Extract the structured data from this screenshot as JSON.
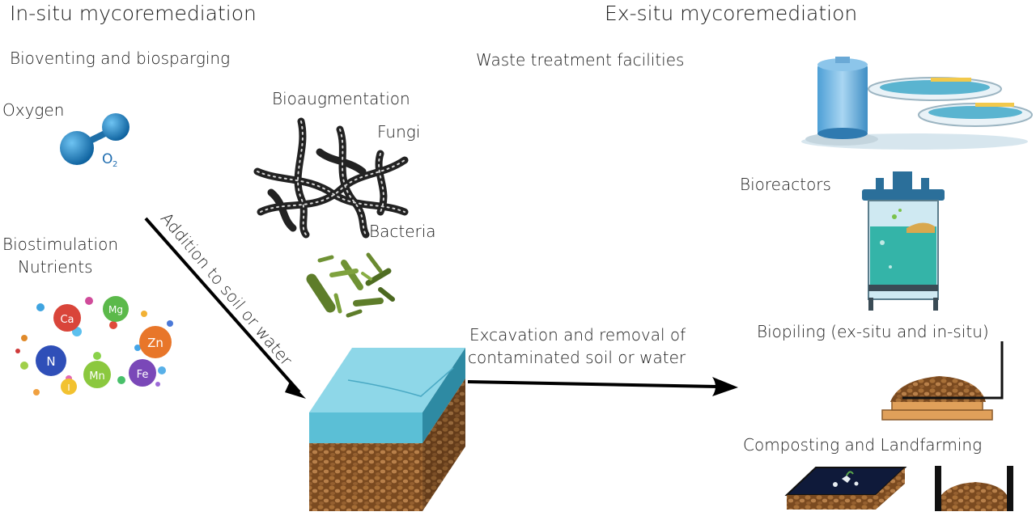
{
  "insitu": {
    "title": "In-situ mycoremediation",
    "bioventing_label": "Bioventing and biosparging",
    "oxygen_label": "Oxygen",
    "o2_formula": "O",
    "o2_subscript": "2",
    "biostimulation_label": "Biostimulation",
    "nutrients_label": "Nutrients",
    "nutrients": [
      "Ca",
      "Mg",
      "Zn",
      "N",
      "Mn",
      "Fe",
      "I"
    ],
    "bioaugmentation_label": "Bioaugmentation",
    "fungi_label": "Fungi",
    "bacteria_label": "Bacteria",
    "arrow_label": "Addition to soil or water"
  },
  "exsitu": {
    "title": "Ex-situ mycoremediation",
    "waste_label": "Waste treatment facilities",
    "bioreactors_label": "Bioreactors",
    "biopiling_label": "Biopiling (ex-situ and in-situ)",
    "composting_label": "Composting and Landfarming",
    "arrow_label_line1": "Excavation and removal of",
    "arrow_label_line2": "contaminated soil or water"
  },
  "colors": {
    "water": "#5bbfd6",
    "water_dark": "#2e8aa3",
    "soil": "#8a5a2b",
    "tank": "#4a9fd4",
    "fungi": "#2a2a2a",
    "bacteria": "#5e7d2a"
  }
}
